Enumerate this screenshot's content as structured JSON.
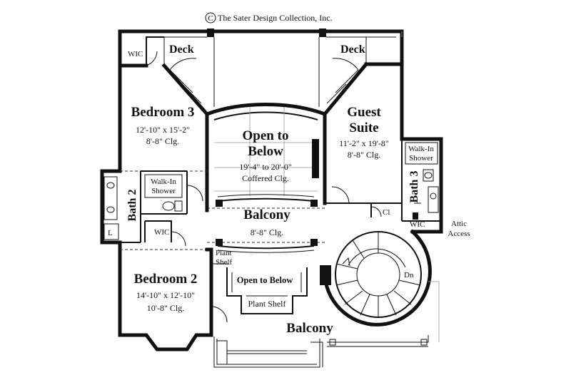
{
  "copyright": "The Sater Design Collection, Inc.",
  "rooms": {
    "deck_left": "Deck",
    "deck_right": "Deck",
    "bedroom3": {
      "name": "Bedroom 3",
      "size": "12'-10\" x 15'-2\"",
      "ceiling": "8'-8\" Clg."
    },
    "open_upper": {
      "name_line1": "Open to",
      "name_line2": "Below",
      "size": "19'-4\" to 20'-0\"",
      "ceiling": "Coffered Clg."
    },
    "guest": {
      "name_line1": "Guest",
      "name_line2": "Suite",
      "size": "11'-2\" x 19'-8\"",
      "ceiling": "8'-8\" Clg."
    },
    "walkin_left": {
      "line1": "Walk-In",
      "line2": "Shower"
    },
    "walkin_right": {
      "line1": "Walk-In",
      "line2": "Shower"
    },
    "bath2": "Bath 2",
    "bath3": "Bath 3",
    "wic_top": "WIC",
    "wic_mid": "WIC",
    "wic_right": "WIC",
    "linen": "L",
    "closet": "Cl",
    "attic": {
      "line1": "Attic",
      "line2": "Access"
    },
    "balcony_mid": {
      "name": "Balcony",
      "ceiling": "8'-8\" Clg."
    },
    "plant_shelf_left": {
      "line1": "Plant",
      "line2": "Shelf"
    },
    "open_lower": "Open to Below",
    "plant_shelf_lower": "Plant Shelf",
    "bedroom2": {
      "name": "Bedroom 2",
      "size": "14'-10\" x 12'-10\"",
      "ceiling": "10'-8\" Clg."
    },
    "balcony_lower": "Balcony",
    "stair_dn": "Dn"
  },
  "symbols": {
    "copyright_mark": "C"
  }
}
